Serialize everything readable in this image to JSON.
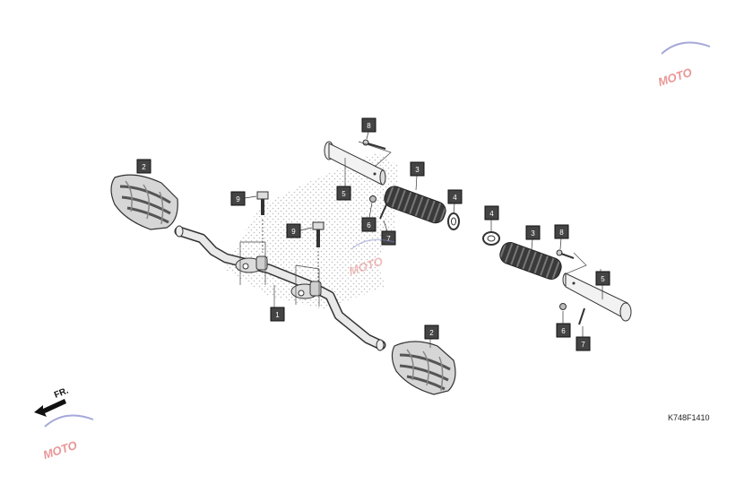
{
  "diagram_code": "K748F1410",
  "front_label": "FR.",
  "logo_text": "MOTO",
  "colors": {
    "callout_bg": "#444444",
    "part_fill": "#d6d6d6",
    "part_stroke": "#333333",
    "logo_red": "#e06a6a",
    "logo_blue": "#7f86c9"
  },
  "callouts": [
    {
      "id": "1",
      "part": "frame-bar"
    },
    {
      "id": "2",
      "part": "footpeg-left"
    },
    {
      "id": "2",
      "part": "footpeg-right"
    },
    {
      "id": "3",
      "part": "grip-rubber-upper"
    },
    {
      "id": "3",
      "part": "grip-rubber-lower"
    },
    {
      "id": "4",
      "part": "washer-upper"
    },
    {
      "id": "4",
      "part": "washer-lower"
    },
    {
      "id": "5",
      "part": "pivot-pin-upper"
    },
    {
      "id": "5",
      "part": "pivot-pin-lower"
    },
    {
      "id": "6",
      "part": "small-washer-upper"
    },
    {
      "id": "6",
      "part": "small-washer-lower"
    },
    {
      "id": "7",
      "part": "cotter-pin-upper"
    },
    {
      "id": "7",
      "part": "cotter-pin-lower"
    },
    {
      "id": "8",
      "part": "small-bolt-upper"
    },
    {
      "id": "8",
      "part": "small-bolt-lower"
    },
    {
      "id": "9",
      "part": "bolt-left"
    },
    {
      "id": "9",
      "part": "bolt-right"
    }
  ]
}
